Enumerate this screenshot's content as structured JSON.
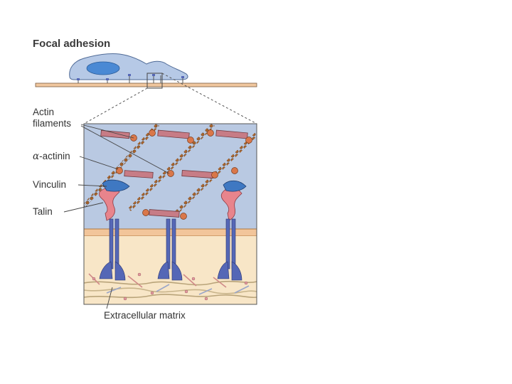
{
  "figure": {
    "title": "Focal adhesion",
    "labels": {
      "actin": [
        "Actin",
        "filaments"
      ],
      "alpha_actinin_greek": "α",
      "alpha_actinin_rest": "-actinin",
      "vinculin": "Vinculin",
      "talin": "Talin",
      "ecm": "Extracellular matrix"
    },
    "colors": {
      "cytoplasm": "#b9c9e2",
      "membrane": "#f2c59a",
      "matrix_bg": "#f8e6c7",
      "integrin": "#5567b6",
      "talin": "#e8848c",
      "vinculin": "#3f78c2",
      "alpha_actinin": "#c77c86",
      "actin_bead": "#b06a3a",
      "substrate": "#f0c79e",
      "cell_body": "#b6c9e6",
      "nucleus": "#4a89d4"
    }
  }
}
